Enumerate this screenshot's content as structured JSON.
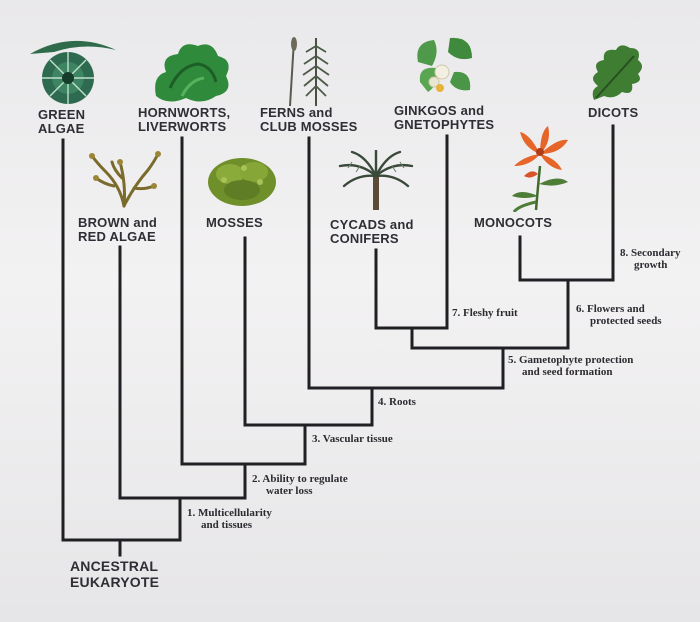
{
  "diagram": {
    "taxa": {
      "green_algae": [
        "GREEN",
        "ALGAE"
      ],
      "brown_red_algae": [
        "BROWN and",
        "RED ALGAE"
      ],
      "hornworts_liverworts": [
        "HORNWORTS,",
        "LIVERWORTS"
      ],
      "mosses": [
        "MOSSES"
      ],
      "ferns_club_mosses": [
        "FERNS and",
        "CLUB MOSSES"
      ],
      "cycads_conifers": [
        "CYCADS and",
        "CONIFERS"
      ],
      "ginkgos_gnetophytes": [
        "GINKGOS and",
        "GNETOPHYTES"
      ],
      "monocots": [
        "MONOCOTS"
      ],
      "dicots": [
        "DICOTS"
      ]
    },
    "root": [
      "ANCESTRAL",
      "EUKARYOTE"
    ],
    "traits": {
      "t1": [
        "1. Multicellularity",
        "and tissues"
      ],
      "t2": [
        "2. Ability to regulate",
        "water loss"
      ],
      "t3": [
        "3. Vascular tissue"
      ],
      "t4": [
        "4. Roots"
      ],
      "t5": [
        "5. Gametophyte protection",
        "and seed formation"
      ],
      "t6": [
        "6. Flowers and",
        "protected seeds"
      ],
      "t7": [
        "7. Fleshy fruit"
      ],
      "t8": [
        "8. Secondary",
        "growth"
      ]
    },
    "icons": [
      "green-alga-icon",
      "brown-algae-icon",
      "liverwort-icon",
      "moss-icon",
      "fern-icon",
      "cycad-icon",
      "ginkgo-icon",
      "lily-icon",
      "oak-leaf-icon"
    ],
    "colors": {
      "line": "#1f1f24",
      "text": "#2e2e34"
    }
  }
}
